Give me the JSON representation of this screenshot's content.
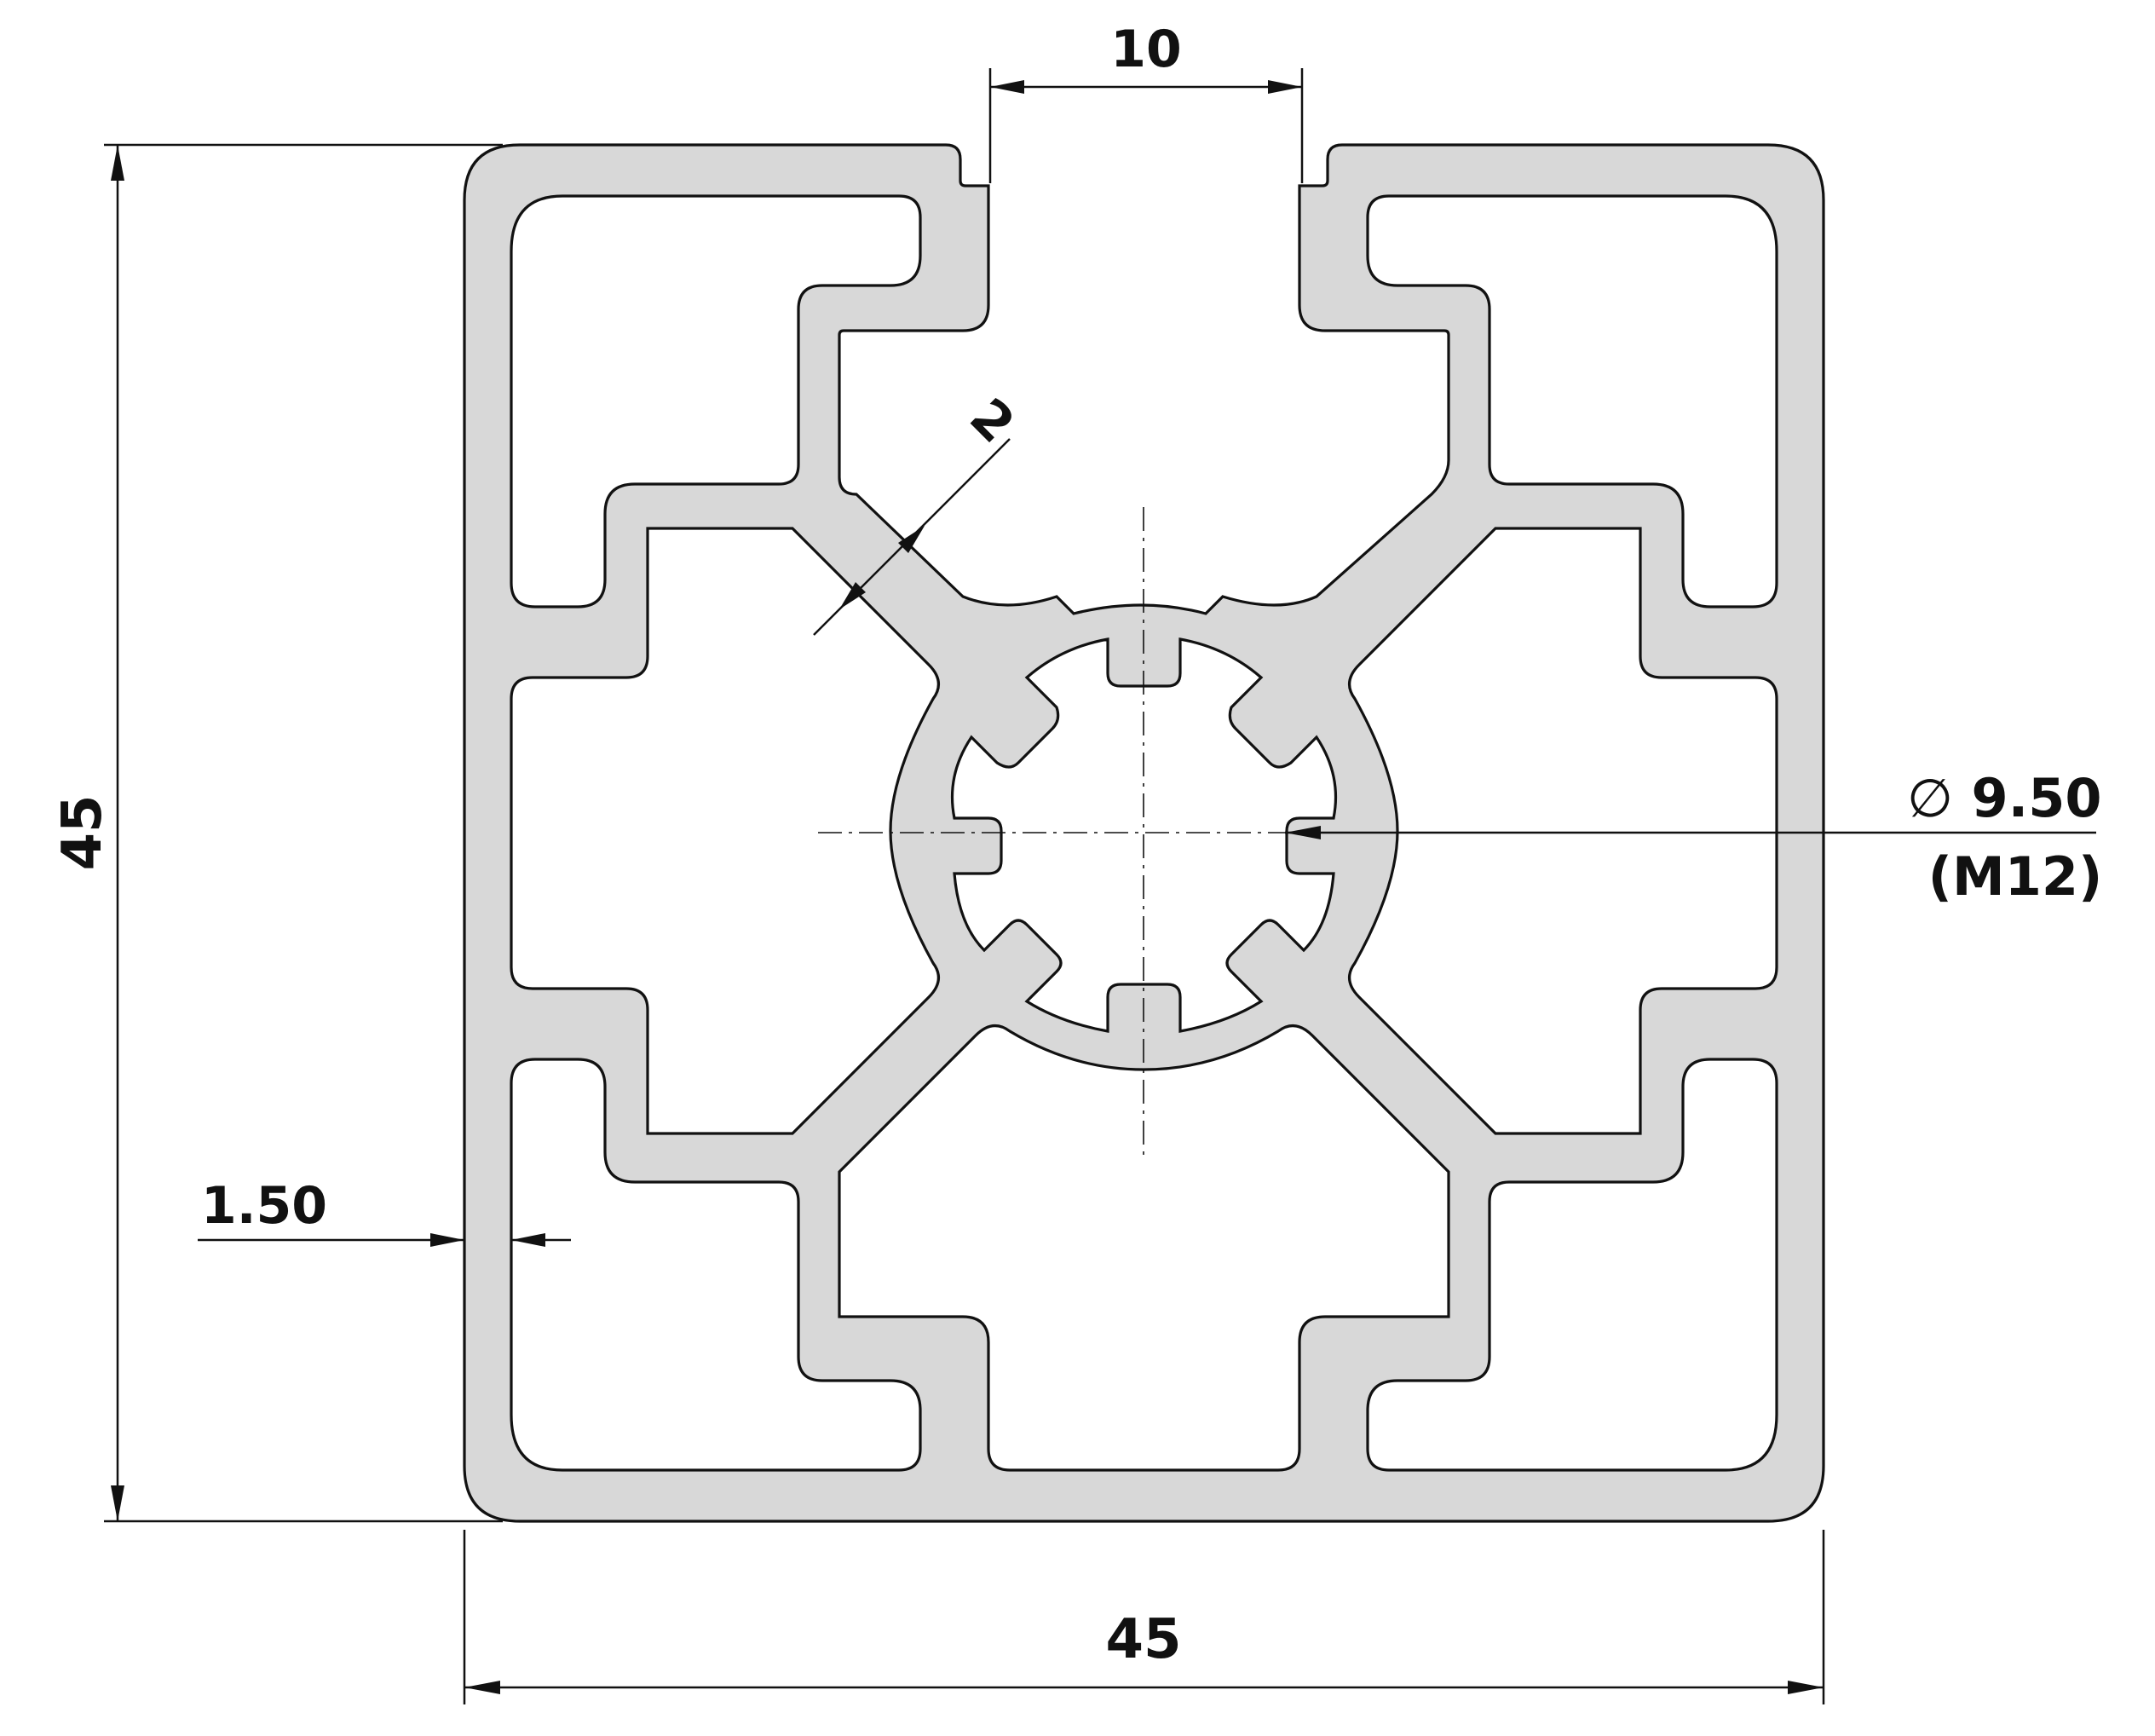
{
  "drawing": {
    "type": "aluminium-profile-cross-section",
    "fill_color": "#d8d8d8",
    "line_color": "#111111",
    "background": "#ffffff"
  },
  "dimensions": {
    "slot_width": "10",
    "overall_height": "45",
    "overall_width": "45",
    "wall_thickness": "1.50",
    "web_thickness": "2",
    "bore_diameter": "9.50",
    "bore_diameter_symbol": "∅",
    "thread_size": "(M12)"
  }
}
